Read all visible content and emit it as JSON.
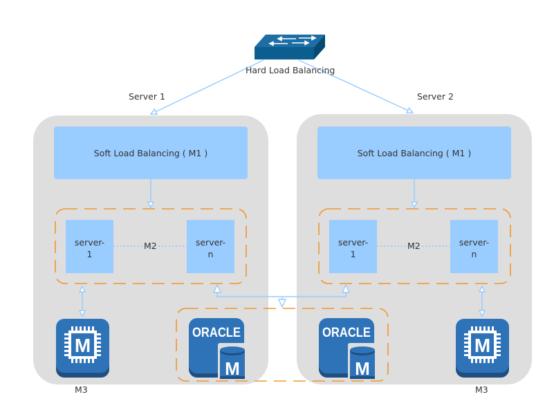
{
  "diagram": {
    "title_node": {
      "label": "Hard Load Balancing",
      "icon": "network-switch-icon"
    },
    "servers": [
      {
        "name": "Server 1",
        "soft_lb": "Soft Load Balancing ( M1 )",
        "cluster_label": "M2",
        "nodes": [
          {
            "line1": "server-",
            "line2": "1"
          },
          {
            "line1": "server-",
            "line2": "n"
          }
        ],
        "cache": {
          "label": "M3",
          "icon": "memcached-chip-icon",
          "glyph": "M"
        },
        "database": {
          "brand": "ORACLE",
          "glyph": "M",
          "icon": "oracle-database-icon"
        }
      },
      {
        "name": "Server 2",
        "soft_lb": "Soft Load Balancing ( M1 )",
        "cluster_label": "M2",
        "nodes": [
          {
            "line1": "server-",
            "line2": "1"
          },
          {
            "line1": "server-",
            "line2": "n"
          }
        ],
        "cache": {
          "label": "M3",
          "icon": "memcached-chip-icon",
          "glyph": "M"
        },
        "database": {
          "brand": "ORACLE",
          "glyph": "M",
          "icon": "oracle-database-icon"
        }
      }
    ],
    "colors": {
      "panel": "#dedede",
      "box": "#99ccff",
      "arrow": "#99ccff",
      "dashed": "#f0962d",
      "icon_blue": "#2e73b8",
      "icon_dark": "#1f4e80"
    }
  }
}
